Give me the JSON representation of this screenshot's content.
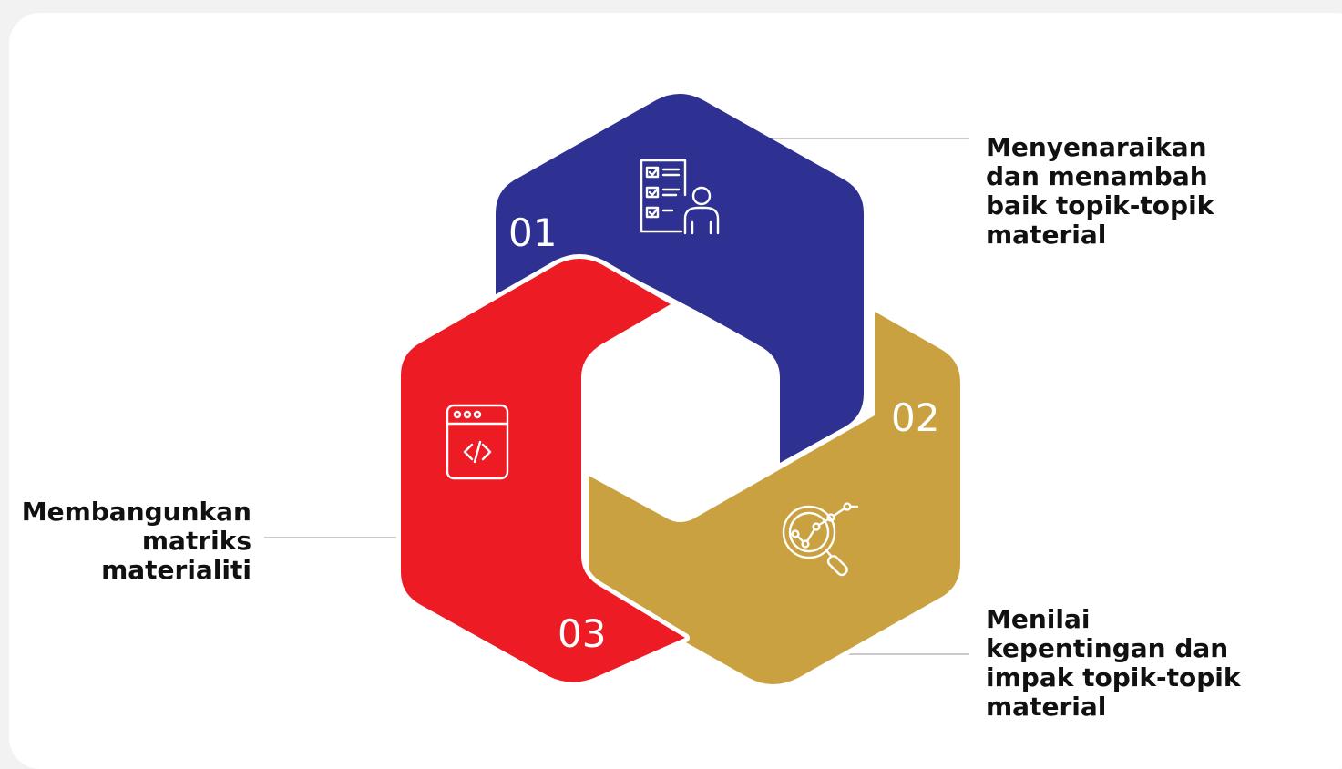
{
  "steps": [
    {
      "number": "01",
      "label": "Menyenaraikan\ndan menambah\nbaik topik-topik\nmaterial",
      "color": "#2e3192",
      "icon": "checklist-person-icon"
    },
    {
      "number": "02",
      "label": "Menilai\nkepentingan dan\nimpak topik-topik\nmaterial",
      "color": "#c9a141",
      "icon": "magnifier-chart-icon"
    },
    {
      "number": "03",
      "label": "Membangunkan\nmatriks\nmaterialiti",
      "color": "#ed1c24",
      "icon": "code-window-icon"
    }
  ]
}
